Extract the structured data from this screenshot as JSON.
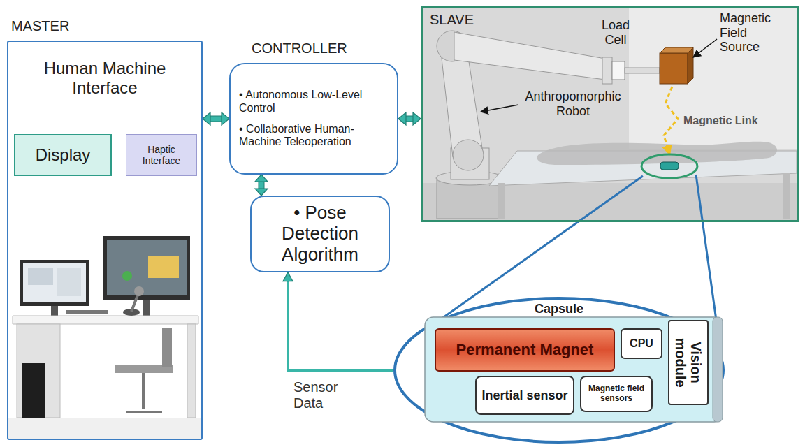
{
  "diagram": {
    "nodes": [
      {
        "text": [
          "MASTER",
          "Human Machine Interface"
        ]
      },
      {
        "text": [
          "Display"
        ],
        "in": 0
      },
      {
        "text": [
          "Haptic Interface"
        ],
        "in": 0
      },
      {
        "text": [
          "CONTROLLER",
          "• Autonomous Low-Level Control",
          "• Collaborative Human-Machine Teleoperation"
        ]
      },
      {
        "text": [
          "• Pose Detection Algorithm"
        ]
      },
      {
        "text": [
          "SLAVE"
        ]
      },
      {
        "text": [
          "Capsule"
        ]
      },
      {
        "text": [
          "Permanent Magnet"
        ],
        "in": 6
      },
      {
        "text": [
          "CPU"
        ],
        "in": 6
      },
      {
        "text": [
          "Vision module"
        ],
        "in": 6
      },
      {
        "text": [
          "Inertial sensor"
        ],
        "in": 6
      },
      {
        "text": [
          "Magnetic field sensors"
        ],
        "in": 6
      }
    ],
    "edges": [
      {
        "from": 0,
        "to": 3,
        "arrow": "both"
      },
      {
        "from": 3,
        "to": 5,
        "arrow": "both"
      },
      {
        "from": 3,
        "to": 4,
        "arrow": "both"
      },
      {
        "from": 6,
        "to": 4,
        "arrow": "to",
        "label": "Sensor Data"
      }
    ],
    "labels": [
      "Load Cell",
      "Magnetic Field Source",
      "Anthropomorphic Robot",
      "Magnetic Link"
    ]
  }
}
